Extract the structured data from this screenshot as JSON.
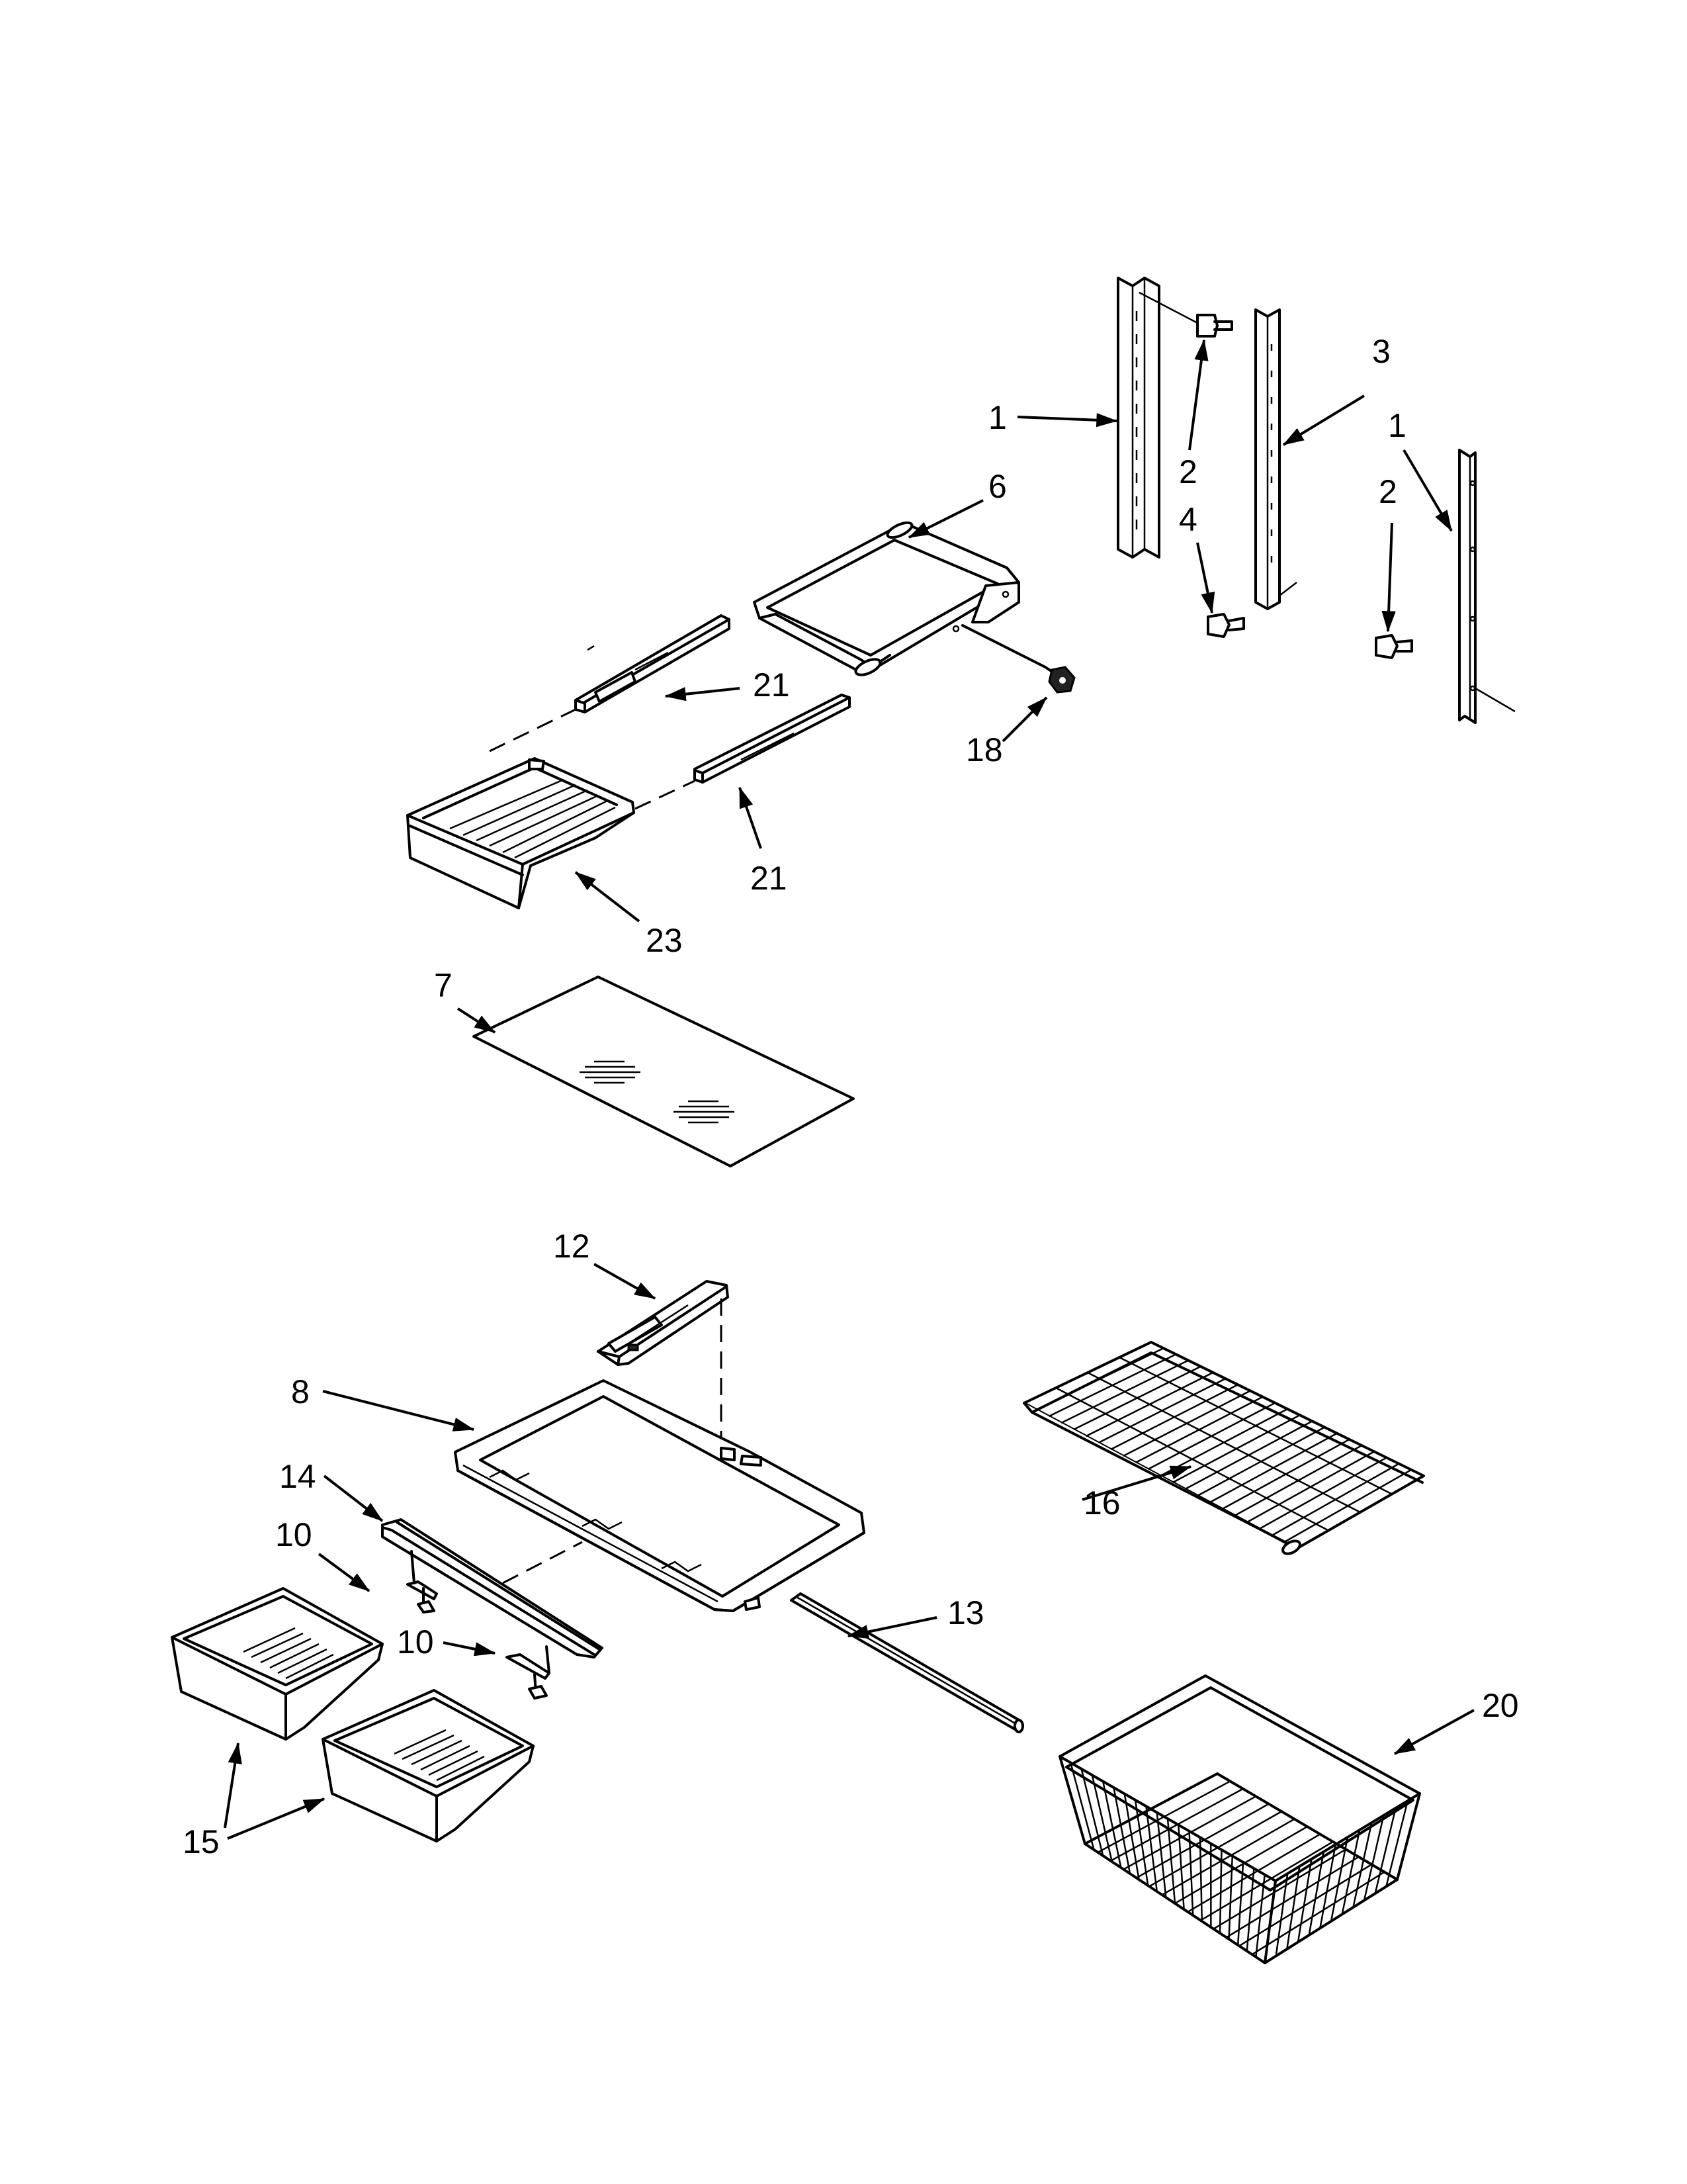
{
  "callouts": {
    "c1a": "1",
    "c1b": "1",
    "c2a": "2",
    "c2b": "2",
    "c3": "3",
    "c4": "4",
    "c6": "6",
    "c7": "7",
    "c8": "8",
    "c10a": "10",
    "c10b": "10",
    "c12": "12",
    "c13": "13",
    "c14": "14",
    "c15": "15",
    "c16": "16",
    "c18": "18",
    "c20": "20",
    "c21a": "21",
    "c21b": "21",
    "c23": "23"
  }
}
